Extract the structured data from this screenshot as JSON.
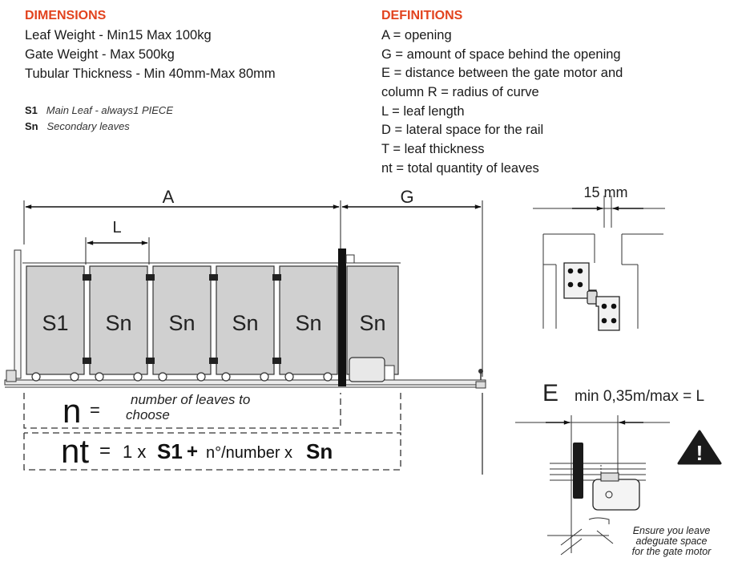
{
  "dimensions": {
    "title": "DIMENSIONS",
    "lines": [
      "Leaf Weight  - Min15 Max 100kg",
      "Gate Weight - Max 500kg",
      "Tubular Thickness -  Min 40mm-Max 80mm"
    ],
    "legend": [
      {
        "code": "S1",
        "desc": "Main Leaf  - always1 PIECE"
      },
      {
        "code": "Sn",
        "desc": "Secondary leaves"
      }
    ]
  },
  "definitions": {
    "title": "DEFINITIONS",
    "lines": [
      "A = opening",
      "G = amount of space behind the opening",
      "E = distance between the gate motor and",
      "column R =  radius of curve",
      "L =  leaf length",
      "D =  lateral space for the rail",
      "T = leaf thickness",
      "nt = total quantity of leaves"
    ]
  },
  "gate_diagram": {
    "dim_a": "A",
    "dim_g": "G",
    "dim_l": "L",
    "leaves": [
      "S1",
      "Sn",
      "Sn",
      "Sn",
      "Sn",
      "Sn"
    ]
  },
  "formula_n": {
    "symbol": "n",
    "equals": "=",
    "text_line1": "number of leaves to",
    "text_line2": "choose"
  },
  "formula_nt": {
    "symbol": "nt",
    "equals": "=",
    "coef": "1 x",
    "s1": "S1",
    "plus": "+",
    "number": "n°/number x",
    "sn": "Sn"
  },
  "detail_hinge": {
    "gap_label": "15 mm"
  },
  "detail_motor": {
    "e_label": "E",
    "range_label": "min 0,35m/max = L",
    "warning_glyph": "!",
    "note": [
      "Ensure you leave",
      "adeguate space",
      "for the gate motor"
    ]
  },
  "colors": {
    "accent": "#e2431e",
    "panel": "#d0d0d0",
    "frame": "#1a1a1a"
  }
}
